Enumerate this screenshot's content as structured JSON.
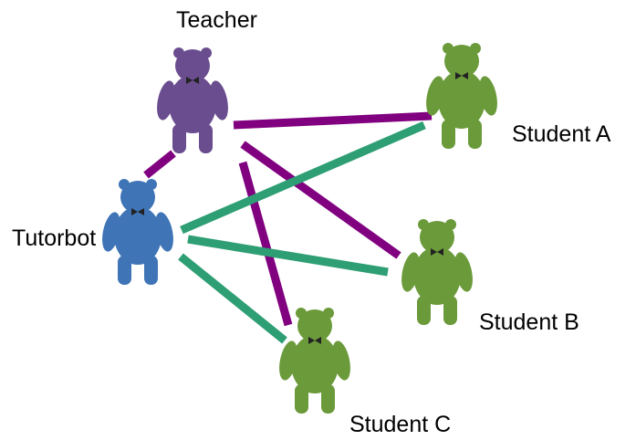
{
  "nodes": {
    "teacher": {
      "label": "Teacher",
      "color": "#6a4d8f",
      "icon": "person-figure-icon"
    },
    "tutorbot": {
      "label": "Tutorbot",
      "color": "#3f74b6",
      "icon": "person-figure-icon"
    },
    "student_a": {
      "label": "Student A",
      "color": "#6b9a3a",
      "icon": "person-figure-icon"
    },
    "student_b": {
      "label": "Student B",
      "color": "#6b9a3a",
      "icon": "person-figure-icon"
    },
    "student_c": {
      "label": "Student C",
      "color": "#6b9a3a",
      "icon": "person-figure-icon"
    }
  },
  "edge_colors": {
    "teacher_links": "#800080",
    "tutorbot_links": "#2e9e74"
  },
  "edges": [
    {
      "from": "teacher",
      "to": "tutorbot",
      "color_key": "teacher_links"
    },
    {
      "from": "teacher",
      "to": "student_a",
      "color_key": "teacher_links"
    },
    {
      "from": "teacher",
      "to": "student_b",
      "color_key": "teacher_links"
    },
    {
      "from": "teacher",
      "to": "student_c",
      "color_key": "teacher_links"
    },
    {
      "from": "tutorbot",
      "to": "student_a",
      "color_key": "tutorbot_links"
    },
    {
      "from": "tutorbot",
      "to": "student_b",
      "color_key": "tutorbot_links"
    },
    {
      "from": "tutorbot",
      "to": "student_c",
      "color_key": "tutorbot_links"
    }
  ]
}
